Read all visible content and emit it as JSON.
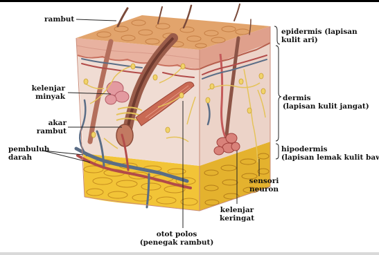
{
  "labels": {
    "rambut": "rambut",
    "epidermis_1": "epidermis (lapisan",
    "epidermis_2": "kulit ari)",
    "kelenjar_minyak_1": "kelenjar",
    "kelenjar_minyak_2": "minyak",
    "dermis_1": "dermis",
    "dermis_2": "(lapisan kulit jangat)",
    "akar_rambut_1": "akar",
    "akar_rambut_2": "rambut",
    "pembuluh_darah_1": "pembuluh",
    "pembuluh_darah_2": "darah",
    "hipodermis_1": "hipodermis",
    "hipodermis_2": "(lapisan lemak kulit bawah)",
    "sensori_neuron_1": "sensori",
    "sensori_neuron_2": "neuron",
    "kelenjar_keringat_1": "kelenjar",
    "kelenjar_keringat_2": "keringat",
    "otot_polos_1": "otot polos",
    "otot_polos_2": "(penegak rambut)"
  },
  "colors": {
    "epidermis": "#e9b6a4",
    "epidermis_top": "#d9956c",
    "dermis": "#f0d9cf",
    "hypodermis": "#f2c437",
    "hypodermis_shade": "#d9a526",
    "muscle": "#c96a54",
    "hair": "#7a4a3a",
    "vessel_blue": "#5a6d86",
    "vessel_red": "#b24b49",
    "nerve": "#e5c35a"
  }
}
